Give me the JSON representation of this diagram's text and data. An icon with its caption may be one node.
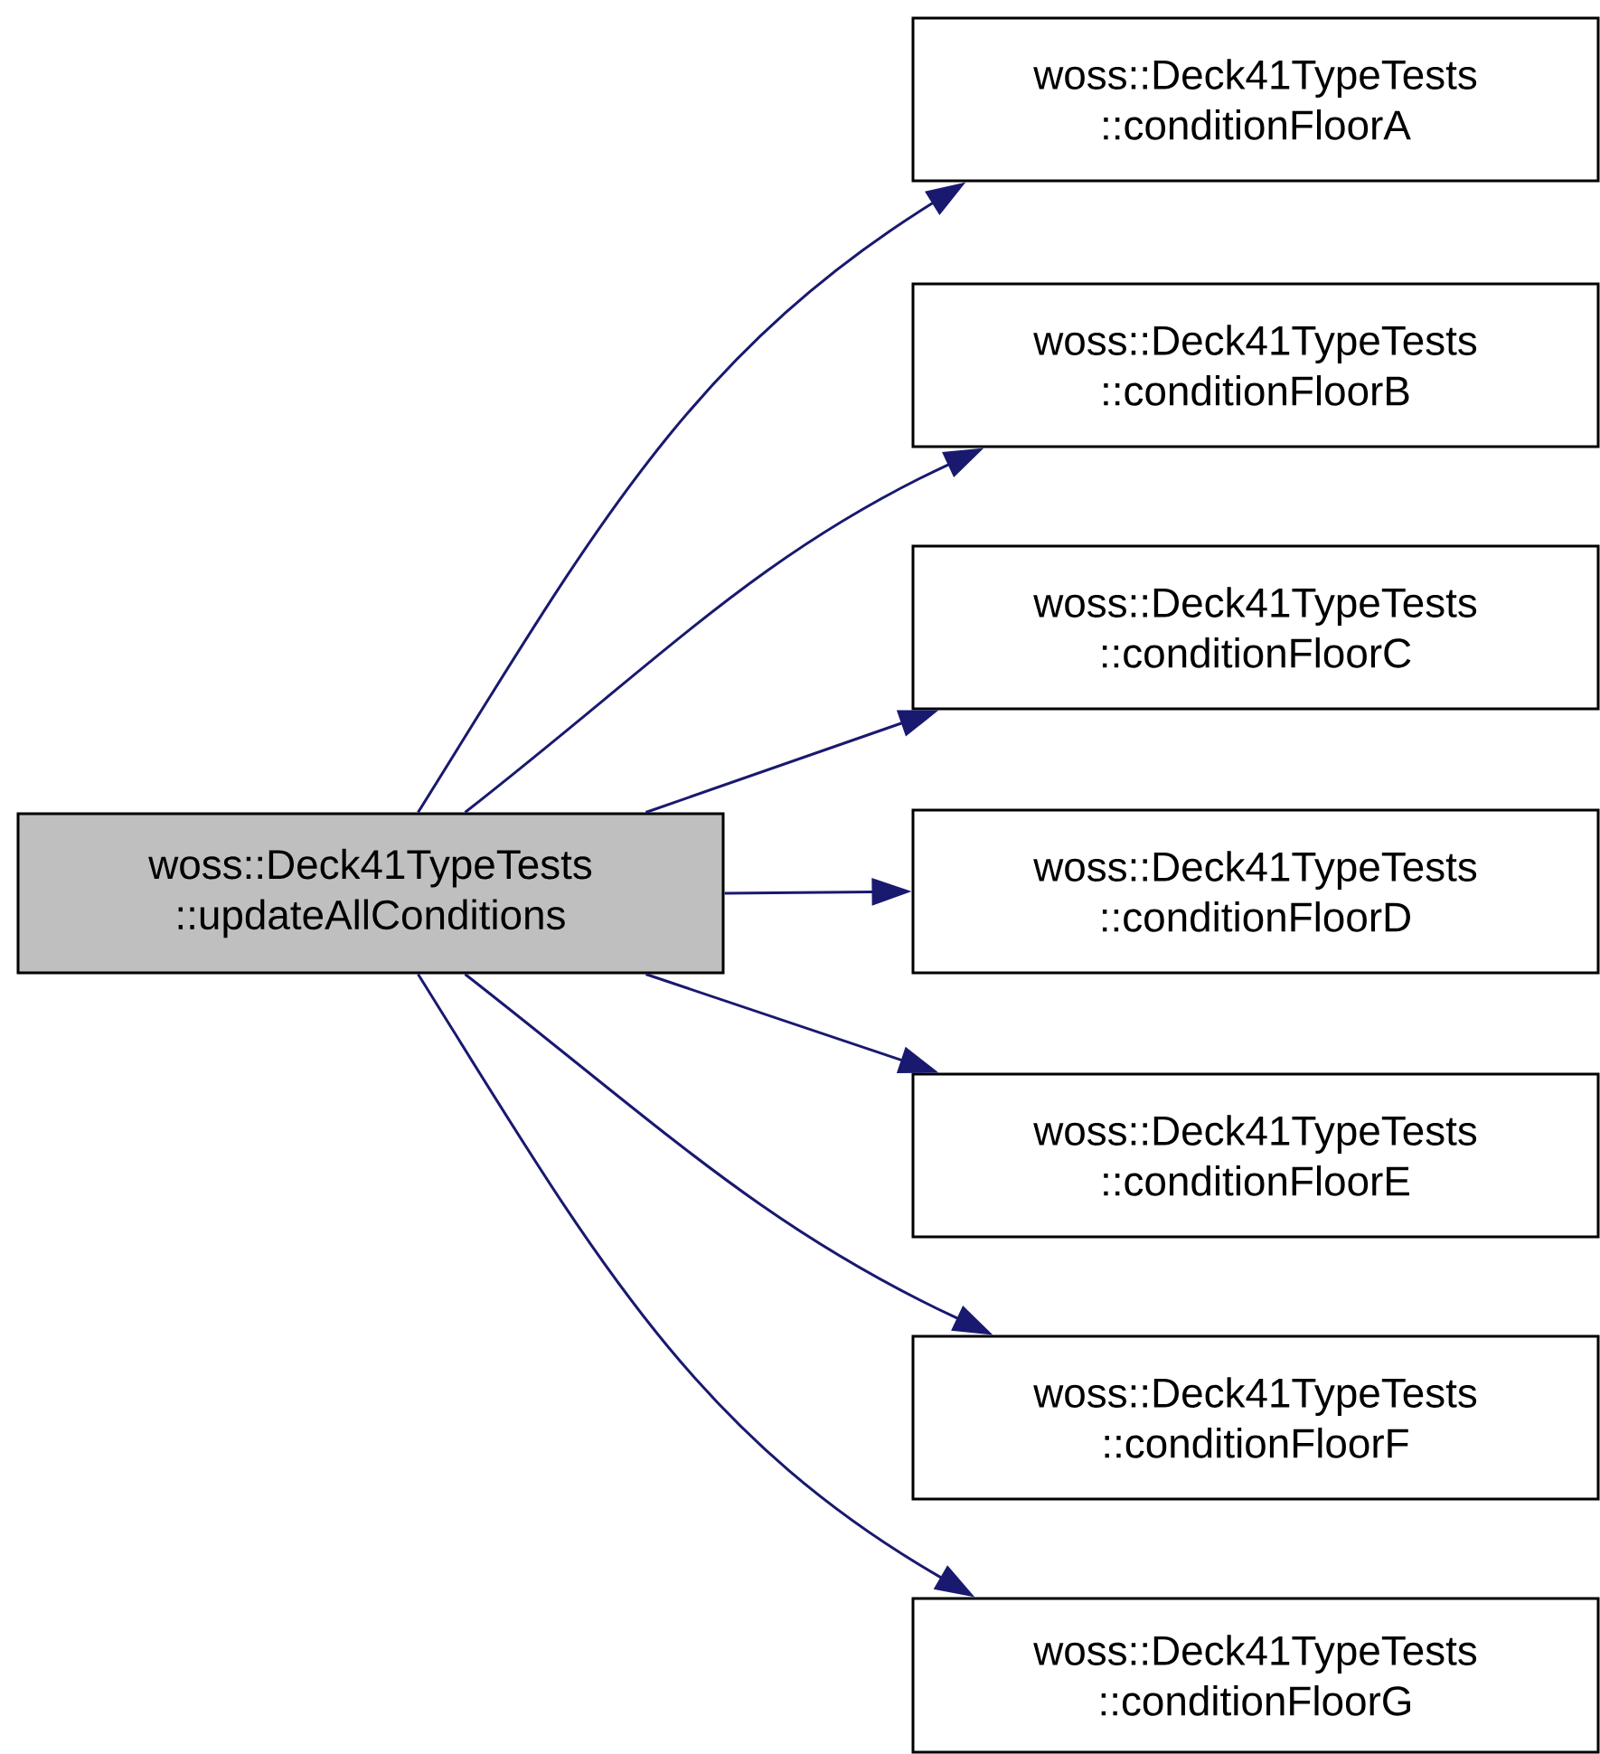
{
  "diagram": {
    "nodes": [
      {
        "text": [
          "woss::Deck41TypeTests ::updateAllConditions"
        ]
      },
      {
        "text": [
          "woss::Deck41TypeTests ::conditionFloorA"
        ]
      },
      {
        "text": [
          "woss::Deck41TypeTests ::conditionFloorB"
        ]
      },
      {
        "text": [
          "woss::Deck41TypeTests ::conditionFloorC"
        ]
      },
      {
        "text": [
          "woss::Deck41TypeTests ::conditionFloorD"
        ]
      },
      {
        "text": [
          "woss::Deck41TypeTests ::conditionFloorE"
        ]
      },
      {
        "text": [
          "woss::Deck41TypeTests ::conditionFloorF"
        ]
      },
      {
        "text": [
          "woss::Deck41TypeTests ::conditionFloorG"
        ]
      }
    ],
    "edges": [
      {
        "from": 0,
        "to": 1,
        "arrow": "to"
      },
      {
        "from": 0,
        "to": 2,
        "arrow": "to"
      },
      {
        "from": 0,
        "to": 3,
        "arrow": "to"
      },
      {
        "from": 0,
        "to": 4,
        "arrow": "to"
      },
      {
        "from": 0,
        "to": 5,
        "arrow": "to"
      },
      {
        "from": 0,
        "to": 6,
        "arrow": "to"
      },
      {
        "from": 0,
        "to": 7,
        "arrow": "to"
      }
    ]
  }
}
